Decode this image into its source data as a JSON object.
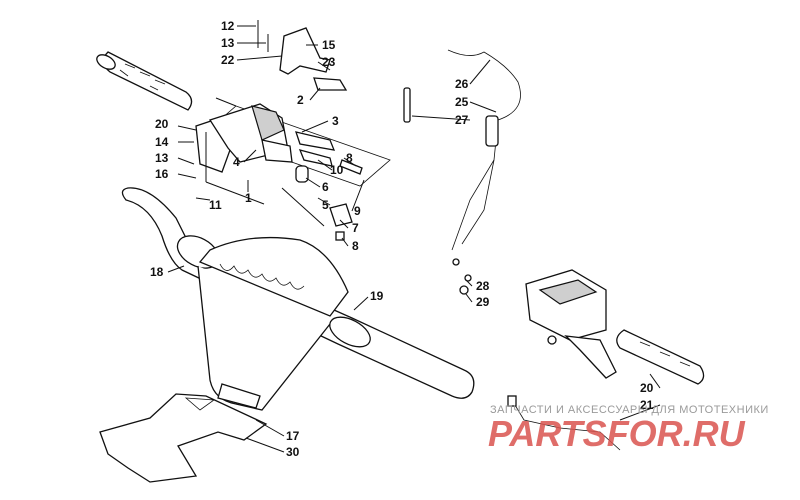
{
  "callouts": [
    "12",
    "13",
    "22",
    "15",
    "23",
    "2",
    "3",
    "4",
    "20",
    "14",
    "13",
    "16",
    "11",
    "1",
    "10",
    "6",
    "8",
    "5",
    "9",
    "7",
    "8",
    "18",
    "19",
    "17",
    "30",
    "26",
    "25",
    "27",
    "28",
    "29",
    "20",
    "21",
    "2"
  ],
  "watermark": {
    "tagline": "ЗАПЧАСТИ И АКСЕССУАРЫ ДЛЯ МОТОТЕХНИКИ",
    "logo_text": "PARTSFOR.RU",
    "logo_color": "#d9534f"
  }
}
